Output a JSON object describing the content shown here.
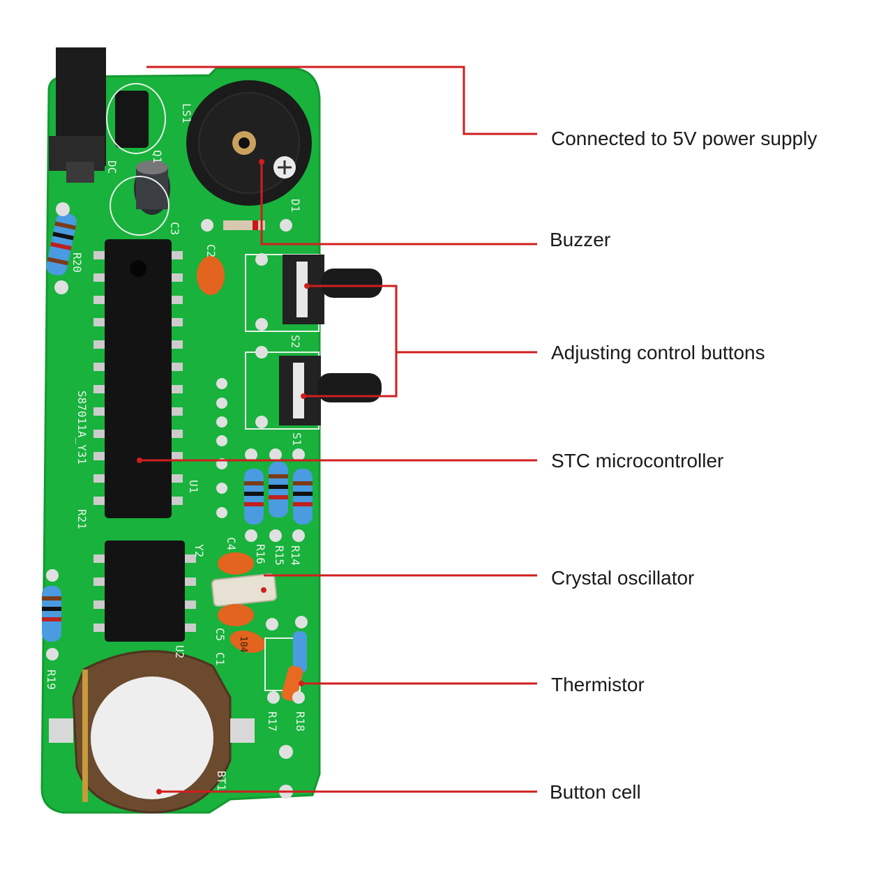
{
  "callouts": [
    {
      "id": "power",
      "label": "Connected to 5V power supply"
    },
    {
      "id": "buzzer",
      "label": "Buzzer"
    },
    {
      "id": "buttons",
      "label": "Adjusting control buttons"
    },
    {
      "id": "mcu",
      "label": "STC microcontroller"
    },
    {
      "id": "crystal",
      "label": "Crystal oscillator"
    },
    {
      "id": "thermistor",
      "label": "Thermistor"
    },
    {
      "id": "cell",
      "label": "Button cell"
    }
  ],
  "silkscreen": {
    "ls1": "LS1",
    "q1": "Q1",
    "dc": "DC",
    "c3": "C3",
    "d1": "D1",
    "c2": "C2",
    "r20": "R20",
    "s2": "S2",
    "s1": "S1",
    "u1": "U1",
    "r21": "R21",
    "chip_text": "S87011A_Y31",
    "r16": "R16",
    "r15": "R15",
    "r14": "R14",
    "c4": "C4",
    "y2": "Y2",
    "c5": "C5",
    "c1": "C1",
    "cap104": "104",
    "r19": "R19",
    "r17": "R17",
    "r18": "R18",
    "u2": "U2",
    "bt1": "BT1"
  },
  "colors": {
    "pcb": "#18b23c",
    "callout_line": "#d01e1e"
  }
}
